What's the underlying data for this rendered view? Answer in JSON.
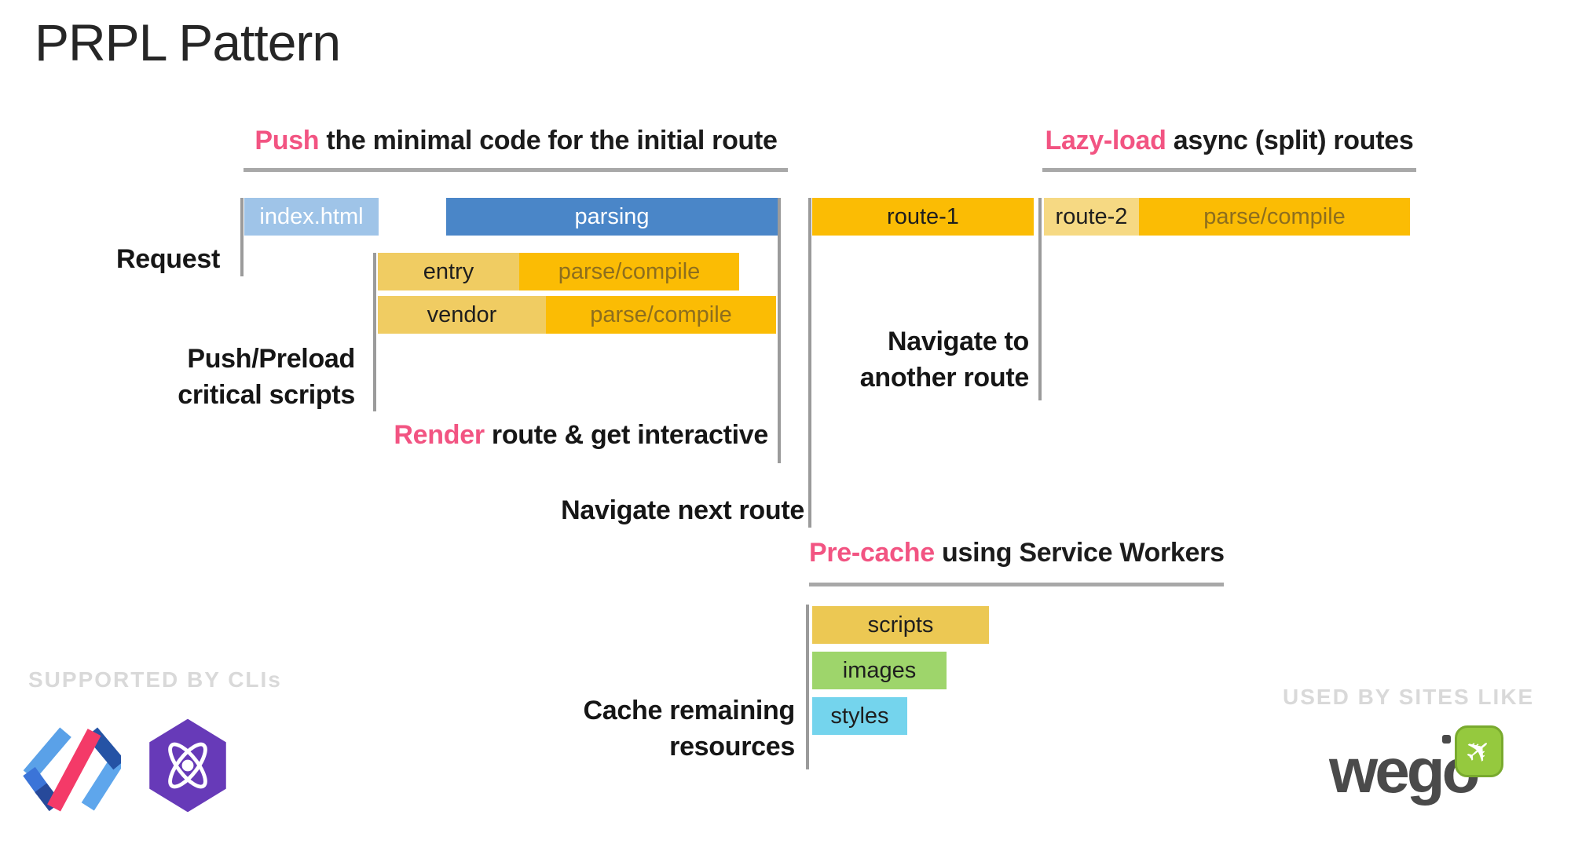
{
  "page": {
    "title": "PRPL Pattern"
  },
  "headings": {
    "push": {
      "highlight": "Push",
      "rest": " the minimal code for the initial route"
    },
    "lazy": {
      "highlight": "Lazy-load",
      "rest": " async (split) routes"
    },
    "render": {
      "highlight": "Render",
      "rest": " route & get interactive"
    },
    "precache": {
      "highlight": "Pre-cache",
      "rest": " using Service Workers"
    }
  },
  "labels": {
    "request": "Request",
    "push_preload": {
      "line1": "Push/Preload",
      "line2": "critical scripts"
    },
    "navigate_next": "Navigate next route",
    "navigate_another": {
      "line1": "Navigate to",
      "line2": "another route"
    },
    "cache_remaining": {
      "line1": "Cache remaining",
      "line2": "resources"
    }
  },
  "bars": {
    "index_html": "index.html",
    "parsing": "parsing",
    "route1": "route-1",
    "route2": "route-2",
    "parse_compile": "parse/compile",
    "entry": "entry",
    "vendor": "vendor",
    "scripts": "scripts",
    "images": "images",
    "styles": "styles"
  },
  "footer": {
    "left_caption": "SUPPORTED BY CLIs",
    "right_caption": "USED BY SITES LIKE",
    "wego": "wego"
  },
  "colors": {
    "accent_pink": "#f25482",
    "bar_blue": "#4a86c8",
    "bar_light_blue": "#9fc4e8",
    "bar_orange": "#fbbc04",
    "bar_gold": "#f0cc62",
    "bar_pale_gold": "#f6d983",
    "bar_green": "#9ed56b",
    "bar_cyan": "#74d4ed",
    "parse_compile_text": "#8d6e1e",
    "marker_line_gray": "#9b9b9b",
    "caption_gray": "#d9d9d9",
    "wego_gray": "#4a4a4a",
    "preact_purple": "#673ab8"
  }
}
